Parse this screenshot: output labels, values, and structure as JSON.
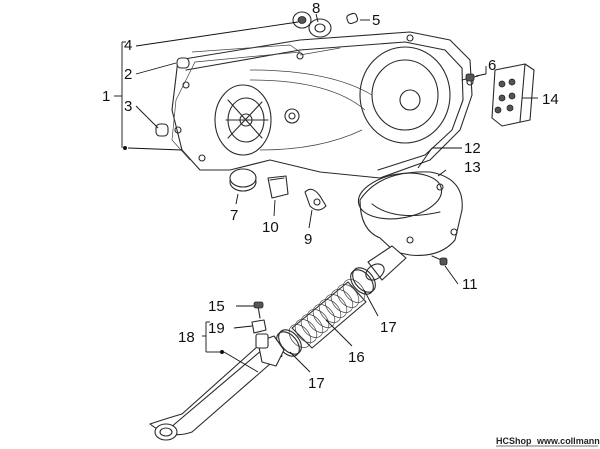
{
  "callouts": {
    "c1": "1",
    "c2": "2",
    "c3": "3",
    "c4": "4",
    "c5": "5",
    "c6": "6",
    "c7": "7",
    "c8": "8",
    "c9": "9",
    "c10": "10",
    "c11": "11",
    "c12": "12",
    "c13": "13",
    "c14": "14",
    "c15": "15",
    "c16": "16",
    "c17a": "17",
    "c17b": "17",
    "c18": "18",
    "c19": "19"
  },
  "credit": {
    "shop": "HCShop",
    "url": "www.collmann.eu"
  }
}
